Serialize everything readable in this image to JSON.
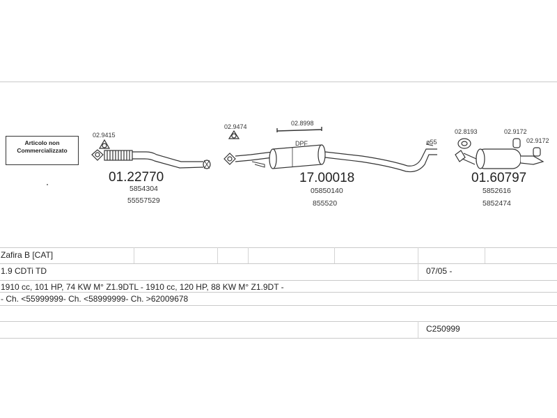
{
  "diagram": {
    "notice_label": "Articolo non Commercializzato",
    "parts": {
      "front_pipe": {
        "number": "01.22770",
        "oe_codes": [
          "5854304",
          "55557529"
        ]
      },
      "center_pipe": {
        "number": "17.00018",
        "oe_codes": [
          "05850140",
          "855520"
        ]
      },
      "rear_silencer": {
        "number": "01.60797",
        "oe_codes": [
          "5852616",
          "5852474"
        ]
      }
    },
    "accessories": {
      "gasket_1": "02.9415",
      "gasket_2": "02.9474",
      "clamp": "02.8998",
      "gasket_3": "02.8193",
      "mount_1": "02.9172",
      "mount_2": "02.9172"
    },
    "labels": {
      "dpf": "DPF",
      "diameter": "ø55"
    }
  },
  "table": {
    "model": "Zafira B  [CAT]",
    "engine": "1.9 CDTi TD",
    "date_range": "07/05 -",
    "specs": "1910 cc, 101 HP, 74 KW M° Z1.9DTL - 1910 cc, 120 HP, 88 KW M° Z1.9DT -",
    "chassis": "- Ch. <55999999- Ch. <58999999- Ch. >62009678",
    "code": "C250999"
  }
}
